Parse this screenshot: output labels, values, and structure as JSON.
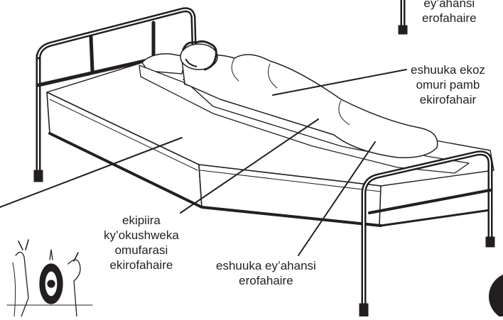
{
  "labels": {
    "top_sheet_cropped": "ey’ahansi\nerofahaire",
    "draw_sheet_cropped": "eshuuka ekoz\nomuri pamb\nekirofahair",
    "mackintosh": "ekipiira\nky’okushweka\nomufarasi\nekirofahaire",
    "bottom_sheet": "eshuuka ey’ahansi\nerofahaire"
  },
  "colors": {
    "ink": "#231f20",
    "paper": "#ffffff",
    "shade": "#d9d9d9"
  },
  "icons": [
    "uganda-coat-of-arms-icon"
  ]
}
